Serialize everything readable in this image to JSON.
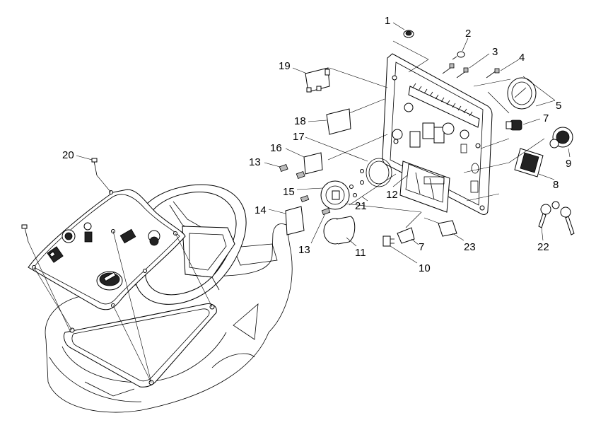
{
  "callouts": [
    "1",
    "2",
    "3",
    "4",
    "5",
    "7",
    "7",
    "8",
    "9",
    "10",
    "11",
    "12",
    "13",
    "13",
    "14",
    "15",
    "16",
    "17",
    "18",
    "19",
    "20",
    "21",
    "22",
    "23"
  ],
  "colors": {
    "line": "#000000",
    "background": "#ffffff",
    "fill_dark": "#222222",
    "fill_grey": "#bbbbbb"
  }
}
